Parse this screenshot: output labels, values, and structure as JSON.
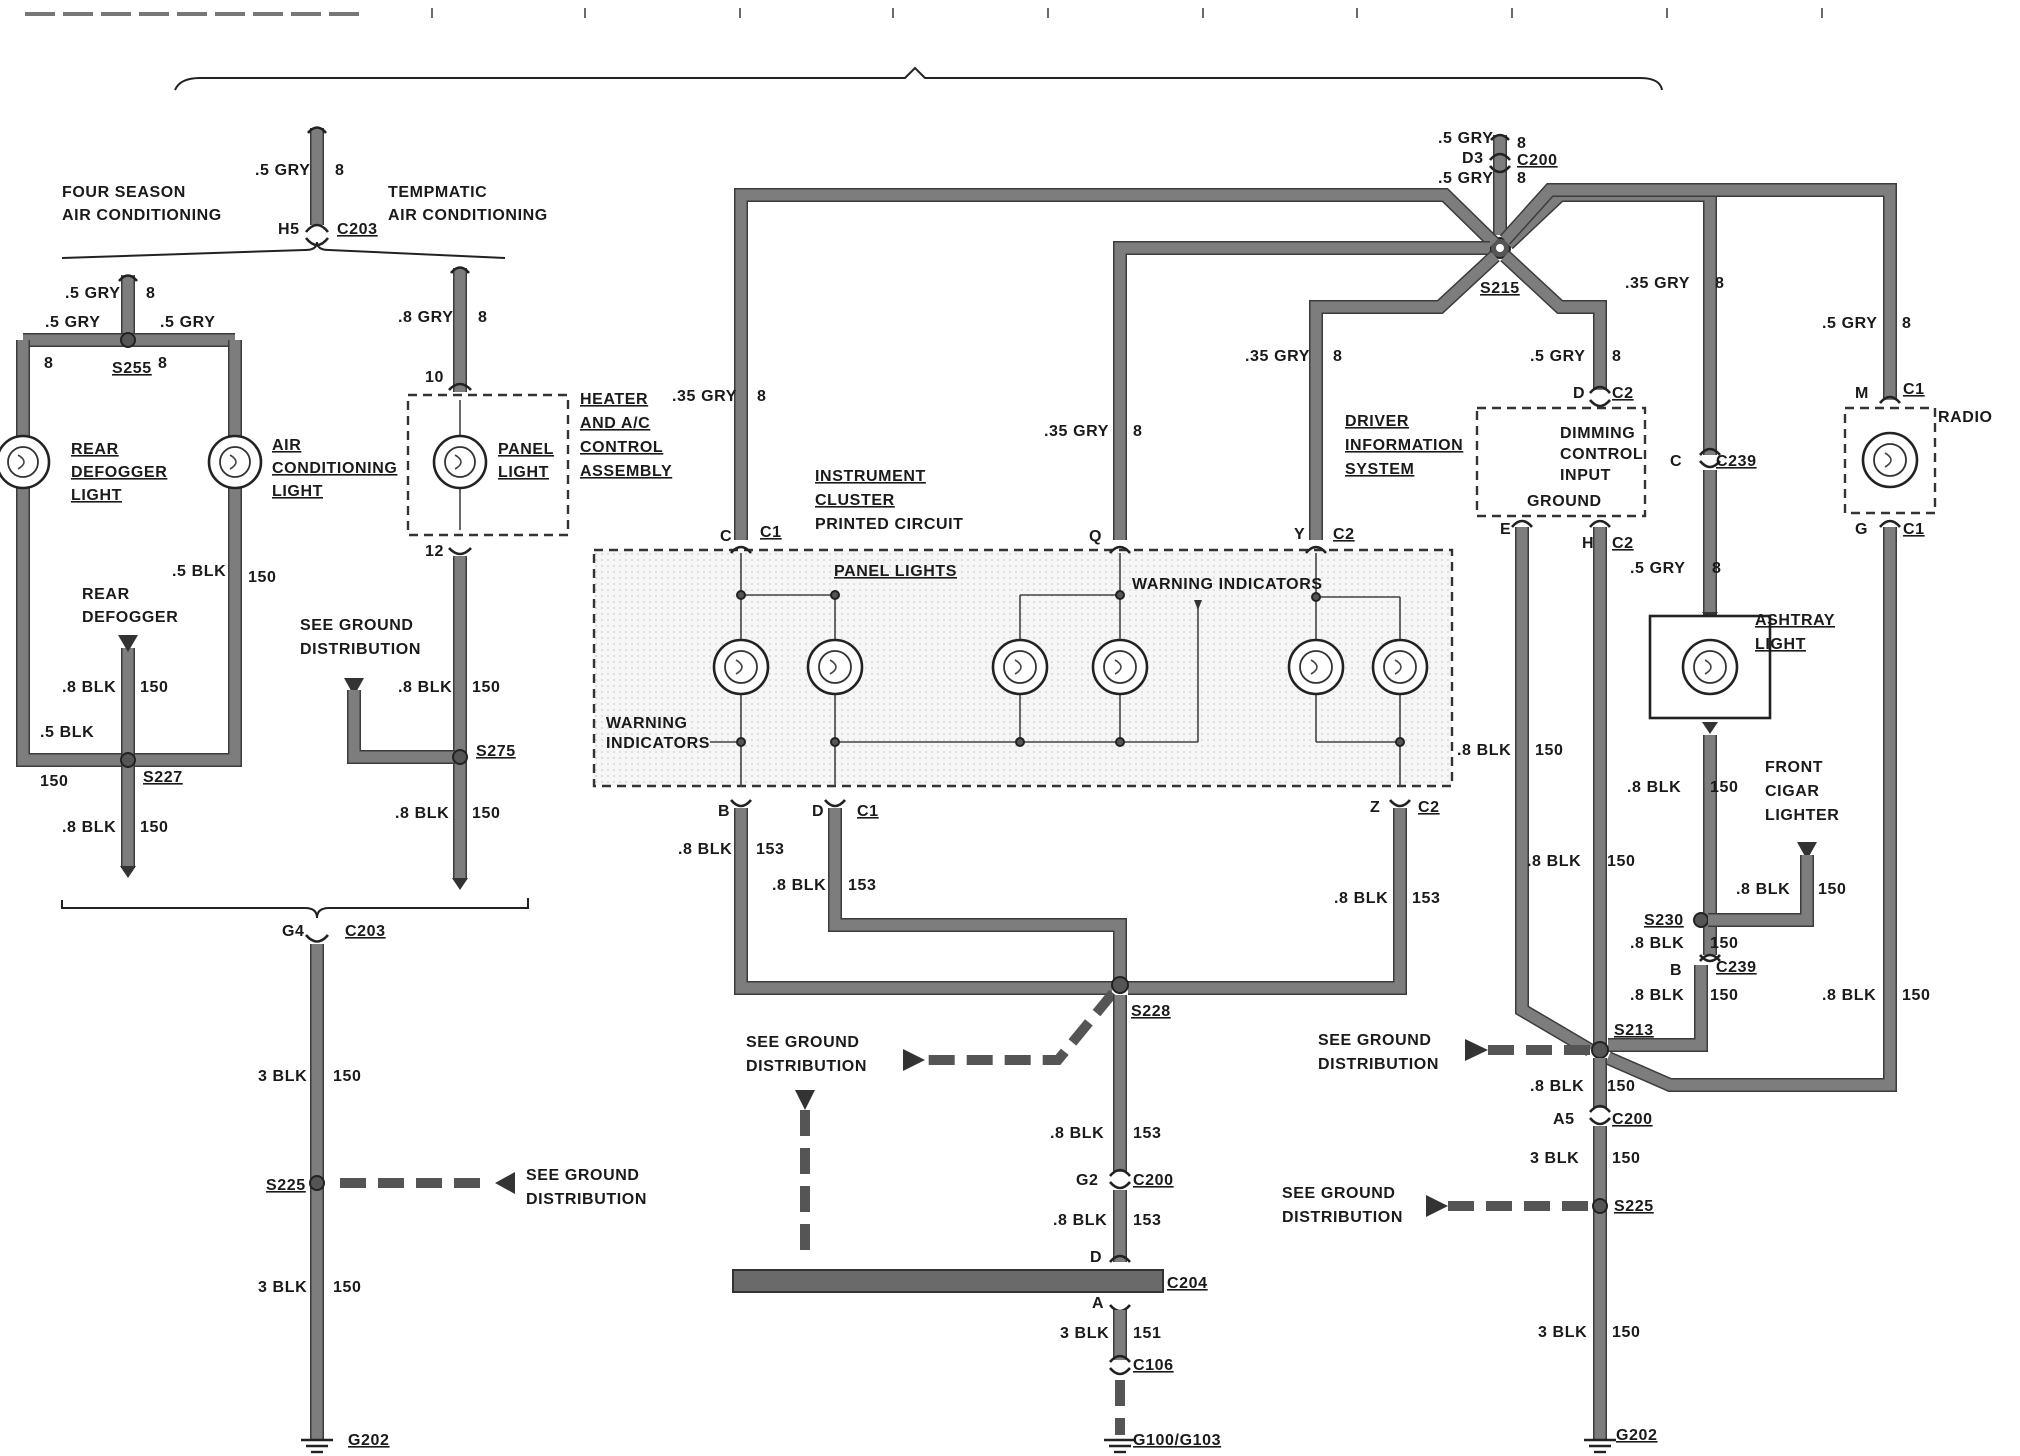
{
  "labels": {
    "four_season_l1": "FOUR SEASON",
    "four_season_l2": "AIR CONDITIONING",
    "tempmatic_l1": "TEMPMATIC",
    "tempmatic_l2": "AIR CONDITIONING",
    "rear_defogger_light_l1": "REAR",
    "rear_defogger_light_l2": "DEFOGGER",
    "rear_defogger_light_l3": "LIGHT",
    "air_cond_light_l1": "AIR",
    "air_cond_light_l2": "CONDITIONING",
    "air_cond_light_l3": "LIGHT",
    "panel_light_l1": "PANEL",
    "panel_light_l2": "LIGHT",
    "heater_l1": "HEATER",
    "heater_l2": "AND A/C",
    "heater_l3": "CONTROL",
    "heater_l4": "ASSEMBLY",
    "rear_defogger_l1": "REAR",
    "rear_defogger_l2": "DEFOGGER",
    "see_ground_l1": "SEE GROUND",
    "see_ground_l2": "DISTRIBUTION",
    "cluster_l1": "INSTRUMENT",
    "cluster_l2": "CLUSTER",
    "cluster_l3": "PRINTED CIRCUIT",
    "panel_lights": "PANEL LIGHTS",
    "warning_indicators": "WARNING INDICATORS",
    "warning_l1": "WARNING",
    "warning_l2": "INDICATORS",
    "dis_l1": "DRIVER",
    "dis_l2": "INFORMATION",
    "dis_l3": "SYSTEM",
    "dimming_l1": "DIMMING",
    "dimming_l2": "CONTROL",
    "dimming_l3": "INPUT",
    "ground": "GROUND",
    "radio": "RADIO",
    "ashtray_l1": "ASHTRAY",
    "ashtray_l2": "LIGHT",
    "cigar_l1": "FRONT",
    "cigar_l2": "CIGAR",
    "cigar_l3": "LIGHTER"
  },
  "wires": {
    "gry_5": ".5 GRY",
    "gry_8": ".8 GRY",
    "gry_35": ".35 GRY",
    "blk_5": ".5 BLK",
    "blk_8": ".8 BLK",
    "blk_3": "3 BLK",
    "c8": "8",
    "c150": "150",
    "c151": "151",
    "c153": "153"
  },
  "connectors": {
    "c203": "C203",
    "c200": "C200",
    "c1": "C1",
    "c2": "C2",
    "c239": "C239",
    "c204": "C204",
    "c106": "C106",
    "h5": "H5",
    "g4": "G4",
    "d3": "D3",
    "g2": "G2",
    "a5": "A5",
    "pin_10": "10",
    "pin_12": "12",
    "pin_c": "C",
    "pin_q": "Q",
    "pin_y": "Y",
    "pin_d": "D",
    "pin_b": "B",
    "pin_z": "Z",
    "pin_e": "E",
    "pin_h": "H",
    "pin_m": "M",
    "pin_g": "G",
    "pin_a": "A"
  },
  "splices": {
    "s255": "S255",
    "s227": "S227",
    "s275": "S275",
    "s215": "S215",
    "s228": "S228",
    "s213": "S213",
    "s230": "S230",
    "s225": "S225"
  },
  "grounds": {
    "g202": "G202",
    "g100": "G100/G103"
  }
}
